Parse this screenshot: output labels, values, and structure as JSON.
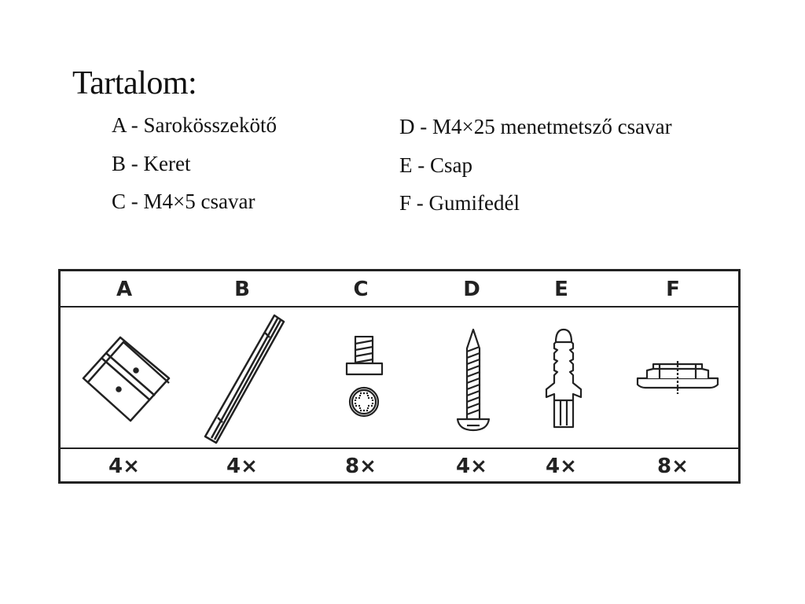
{
  "heading": "Tartalom:",
  "contents": [
    {
      "letter": "A",
      "text": "A - Sarokösszekötő"
    },
    {
      "letter": "B",
      "text": "B - Keret"
    },
    {
      "letter": "C",
      "text": "C - M4×5 csavar"
    },
    {
      "letter": "D",
      "text": "D - M4×25 menetmetsző csavar"
    },
    {
      "letter": "E",
      "text": "E - Csap"
    },
    {
      "letter": "F",
      "text": "F - Gumifedél"
    }
  ],
  "table": {
    "headers": [
      "A",
      "B",
      "C",
      "D",
      "E",
      "F"
    ],
    "quantities": [
      "4×",
      "4×",
      "8×",
      "4×",
      "4×",
      "8×"
    ],
    "icons": [
      "corner-connector-icon",
      "frame-rail-icon",
      "m4x5-screw-icon",
      "m4x25-tapping-screw-icon",
      "wall-plug-icon",
      "rubber-cap-icon"
    ]
  }
}
